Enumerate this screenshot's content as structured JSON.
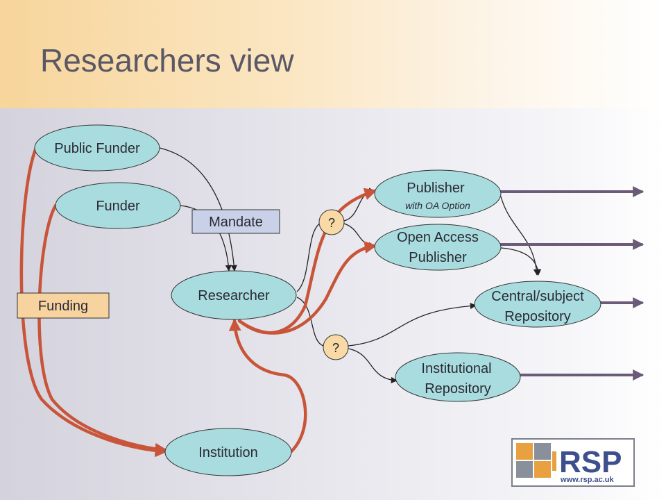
{
  "slide": {
    "title": "Researchers view"
  },
  "nodes": {
    "public_funder": "Public Funder",
    "funder": "Funder",
    "researcher": "Researcher",
    "institution": "Institution",
    "publisher": "Publisher",
    "publisher_sub": "with OA Option",
    "oa_publisher_line1": "Open Access",
    "oa_publisher_line2": "Publisher",
    "central_repo_line1": "Central/subject",
    "central_repo_line2": "Repository",
    "inst_repo_line1": "Institutional",
    "inst_repo_line2": "Repository"
  },
  "labels": {
    "mandate": "Mandate",
    "funding": "Funding",
    "question_1": "?",
    "question_2": "?"
  },
  "logo": {
    "text": "RSP",
    "url_text": "www.rsp.ac.uk"
  },
  "colors": {
    "node_fill": "#a9dcdf",
    "label_fill": "#c9d1e8",
    "funding_fill": "#f7d3a0",
    "question_fill": "#f9d9a6",
    "red_arrow": "#c8553a",
    "purple_arrow": "#6b5a78",
    "logo_orange": "#e8a040",
    "logo_blue": "#3d4f8c"
  }
}
